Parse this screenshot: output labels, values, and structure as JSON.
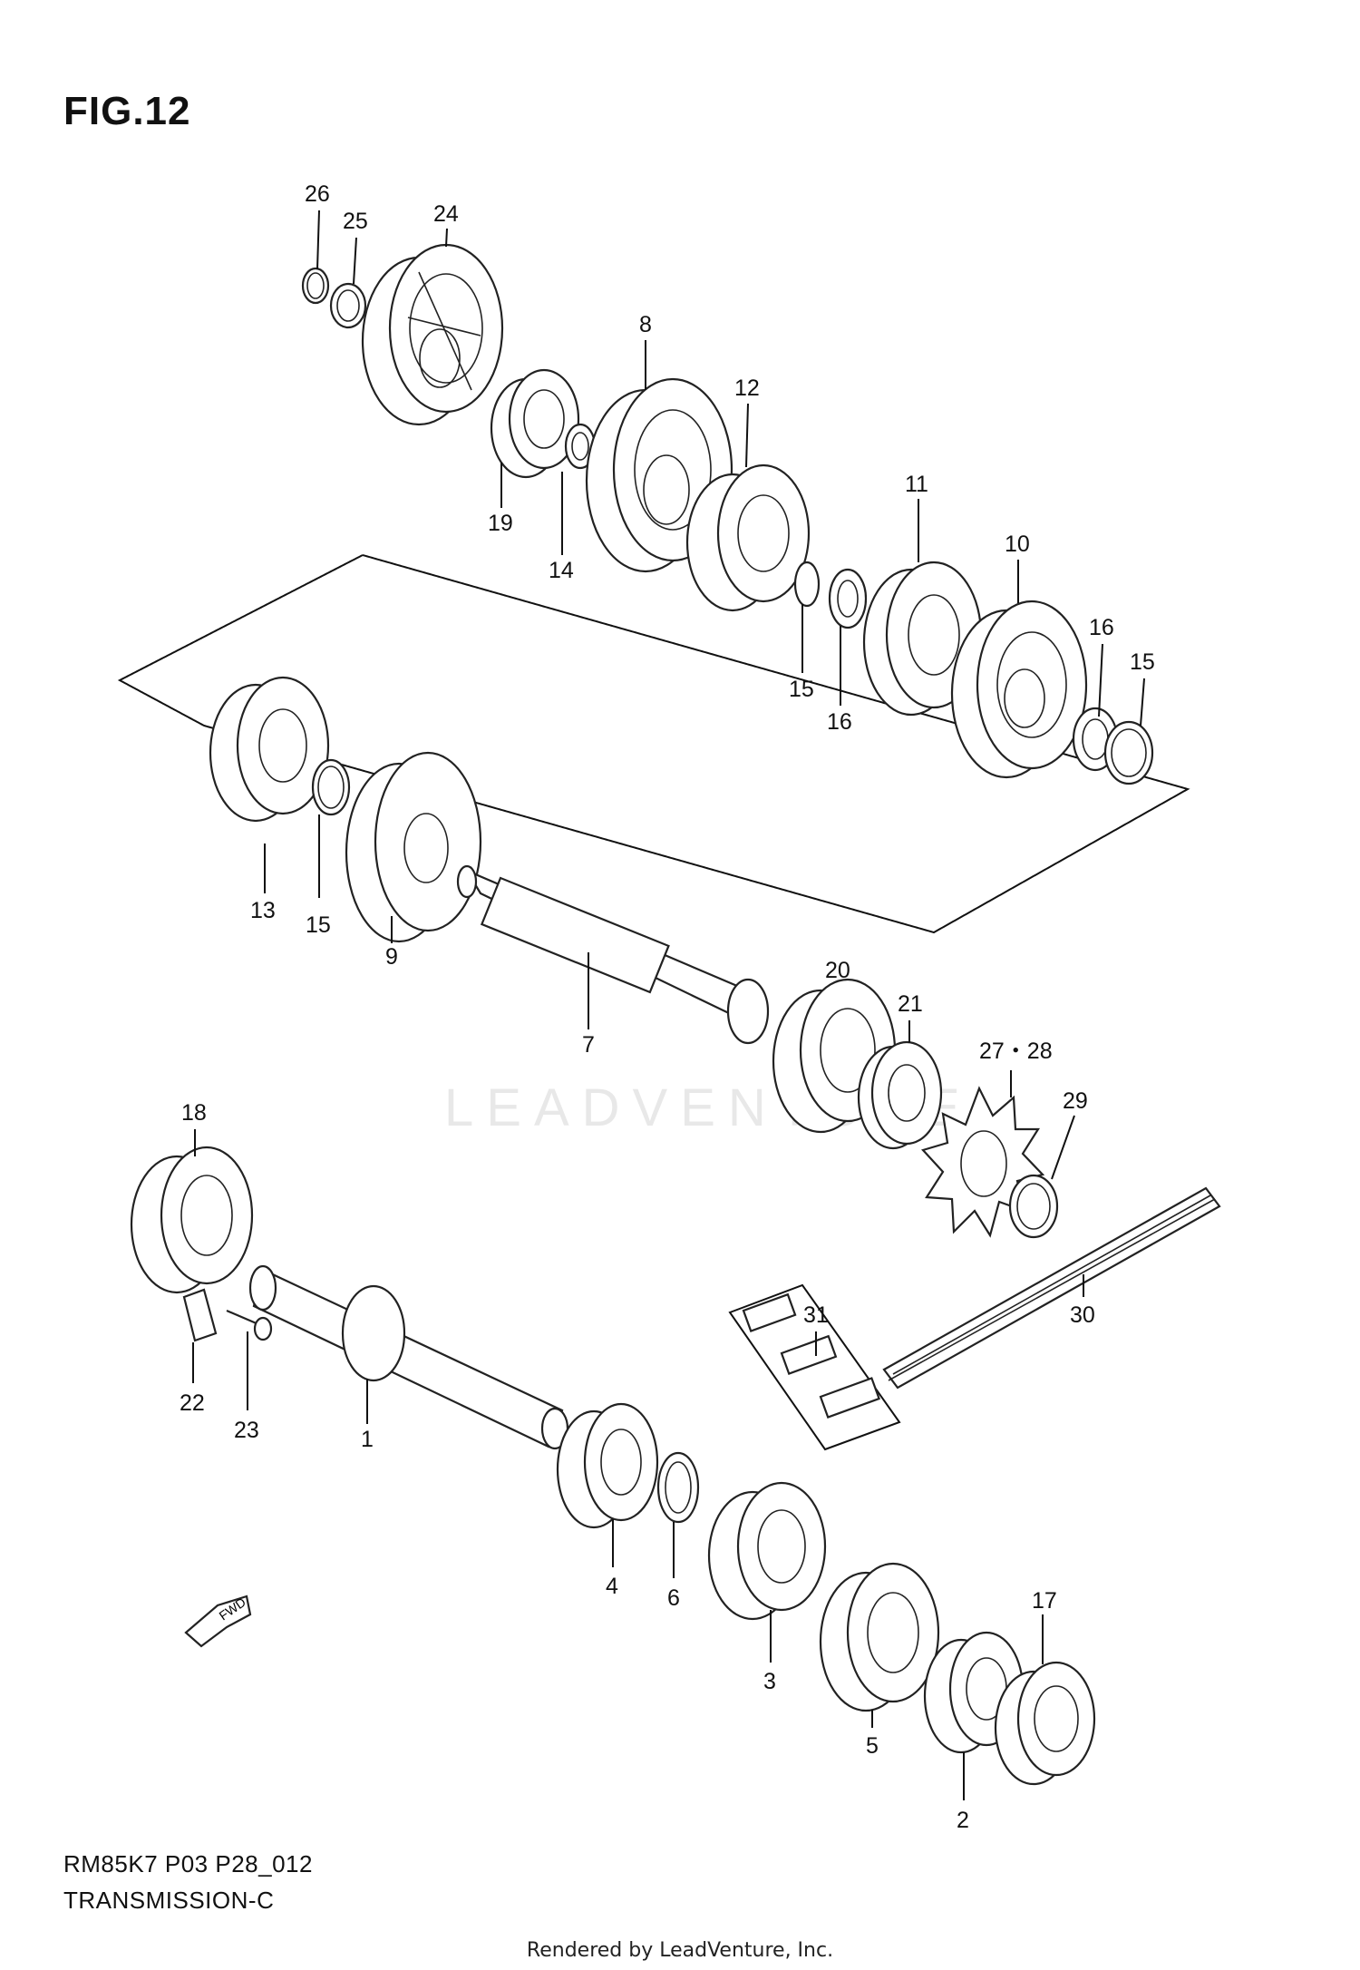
{
  "figure": {
    "title": "FIG.12",
    "code": "RM85K7 P03 P28_012",
    "name": "TRANSMISSION-C"
  },
  "watermark": "LEADVENTURE",
  "credit": "Rendered by LeadVenture, Inc.",
  "arrow_label": "FWD",
  "callouts": {
    "p1": "1",
    "p2": "2",
    "p3": "3",
    "p4": "4",
    "p5": "5",
    "p6": "6",
    "p7": "7",
    "p8": "8",
    "p9": "9",
    "p10": "10",
    "p11": "11",
    "p12": "12",
    "p13": "13",
    "p14": "14",
    "p15a": "15",
    "p15b": "15",
    "p15c": "15",
    "p16a": "16",
    "p16b": "16",
    "p17": "17",
    "p18": "18",
    "p19": "19",
    "p20": "20",
    "p21": "21",
    "p22": "22",
    "p23": "23",
    "p24": "24",
    "p25": "25",
    "p26": "26",
    "p27_28": "27・28",
    "p29": "29",
    "p30": "30",
    "p31": "31"
  }
}
